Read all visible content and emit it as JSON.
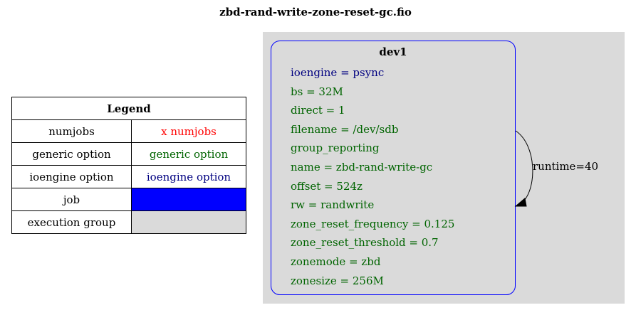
{
  "title": "zbd-rand-write-zone-reset-gc.fio",
  "legend": {
    "header": "Legend",
    "rows": [
      {
        "label": "numjobs",
        "value": "x numjobs",
        "value_color": "#ff0000",
        "fill": ""
      },
      {
        "label": "generic option",
        "value": "generic option",
        "value_color": "#006400",
        "fill": ""
      },
      {
        "label": "ioengine option",
        "value": "ioengine option",
        "value_color": "#000080",
        "fill": ""
      },
      {
        "label": "job",
        "value": "",
        "value_color": "",
        "fill": "#0000ff"
      },
      {
        "label": "execution group",
        "value": "",
        "value_color": "",
        "fill": "#dadada"
      }
    ]
  },
  "job": {
    "name": "dev1",
    "border_color": "#0000ff",
    "options": [
      {
        "text": "ioengine = psync",
        "color": "#000080"
      },
      {
        "text": "bs = 32M",
        "color": "#006400"
      },
      {
        "text": "direct = 1",
        "color": "#006400"
      },
      {
        "text": "filename = /dev/sdb",
        "color": "#006400"
      },
      {
        "text": "group_reporting",
        "color": "#006400"
      },
      {
        "text": "name = zbd-rand-write-gc",
        "color": "#006400"
      },
      {
        "text": "offset = 524z",
        "color": "#006400"
      },
      {
        "text": "rw = randwrite",
        "color": "#006400"
      },
      {
        "text": "zone_reset_frequency = 0.125",
        "color": "#006400"
      },
      {
        "text": "zone_reset_threshold = 0.7",
        "color": "#006400"
      },
      {
        "text": "zonemode = zbd",
        "color": "#006400"
      },
      {
        "text": "zonesize = 256M",
        "color": "#006400"
      }
    ]
  },
  "edge": {
    "label": "runtime=40"
  },
  "colors": {
    "cluster_fill": "#dadada"
  }
}
